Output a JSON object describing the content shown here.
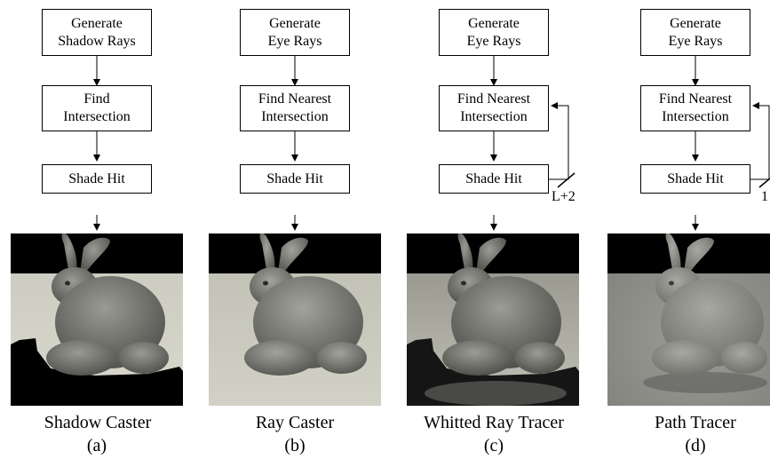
{
  "columns": [
    {
      "boxes": [
        "Generate\nShadow Rays",
        "Find\nIntersection",
        "Shade Hit"
      ],
      "caption": "Shadow Caster",
      "sub": "(a)",
      "loop_label": ""
    },
    {
      "boxes": [
        "Generate\nEye Rays",
        "Find Nearest\nIntersection",
        "Shade Hit"
      ],
      "caption": "Ray Caster",
      "sub": "(b)",
      "loop_label": ""
    },
    {
      "boxes": [
        "Generate\nEye Rays",
        "Find Nearest\nIntersection",
        "Shade Hit"
      ],
      "caption": "Whitted Ray Tracer",
      "sub": "(c)",
      "loop_label": "L+2"
    },
    {
      "boxes": [
        "Generate\nEye Rays",
        "Find Nearest\nIntersection",
        "Shade Hit"
      ],
      "caption": "Path Tracer",
      "sub": "(d)",
      "loop_label": "1"
    }
  ]
}
